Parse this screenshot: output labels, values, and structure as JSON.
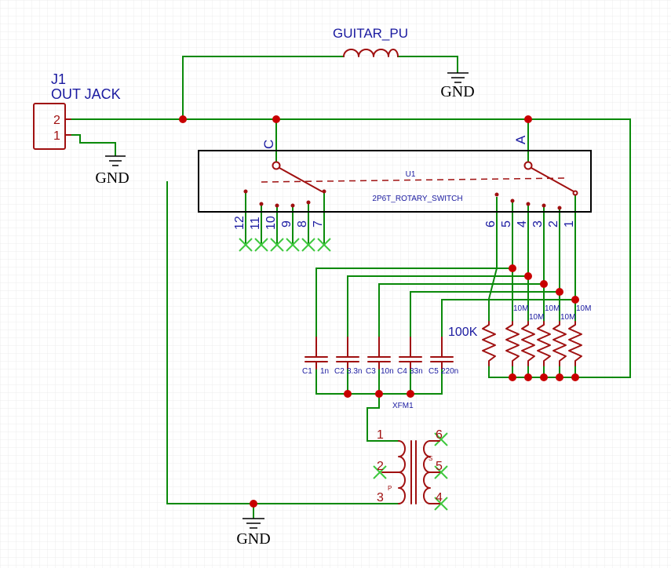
{
  "pickup": {
    "label": "GUITAR_PU"
  },
  "gnd_label": "GND",
  "jack": {
    "ref": "J1",
    "value": "OUT JACK",
    "pin2": "2",
    "pin1": "1"
  },
  "switch": {
    "ref": "U1",
    "value": "2P6T_ROTARY_SWITCH",
    "common_left": "C",
    "common_right": "A",
    "left_pins": [
      "12",
      "11",
      "10",
      "9",
      "8",
      "7"
    ],
    "right_pins": [
      "6",
      "5",
      "4",
      "3",
      "2",
      "1"
    ]
  },
  "resistors": {
    "r1": "100K",
    "r2": "10M",
    "r3": "10M",
    "r4": "10M",
    "r5": "10M",
    "r6": "10M"
  },
  "capacitors": [
    {
      "ref": "C1",
      "value": "1n"
    },
    {
      "ref": "C2",
      "value": "3.3n"
    },
    {
      "ref": "C3",
      "value": "10n"
    },
    {
      "ref": "C4",
      "value": "33n"
    },
    {
      "ref": "C5",
      "value": "220n"
    }
  ],
  "transformer": {
    "ref": "XFM1",
    "primary_label": "P",
    "secondary_label": "S",
    "pins": [
      "1",
      "2",
      "3",
      "6",
      "5",
      "4"
    ]
  },
  "colors": {
    "wire": "#0a8a0a",
    "component": "#a01010",
    "junction": "#c80000",
    "reference_text": "#1a1aa0",
    "no_connect": "#3ec83e",
    "grid": "#eeeeee"
  }
}
